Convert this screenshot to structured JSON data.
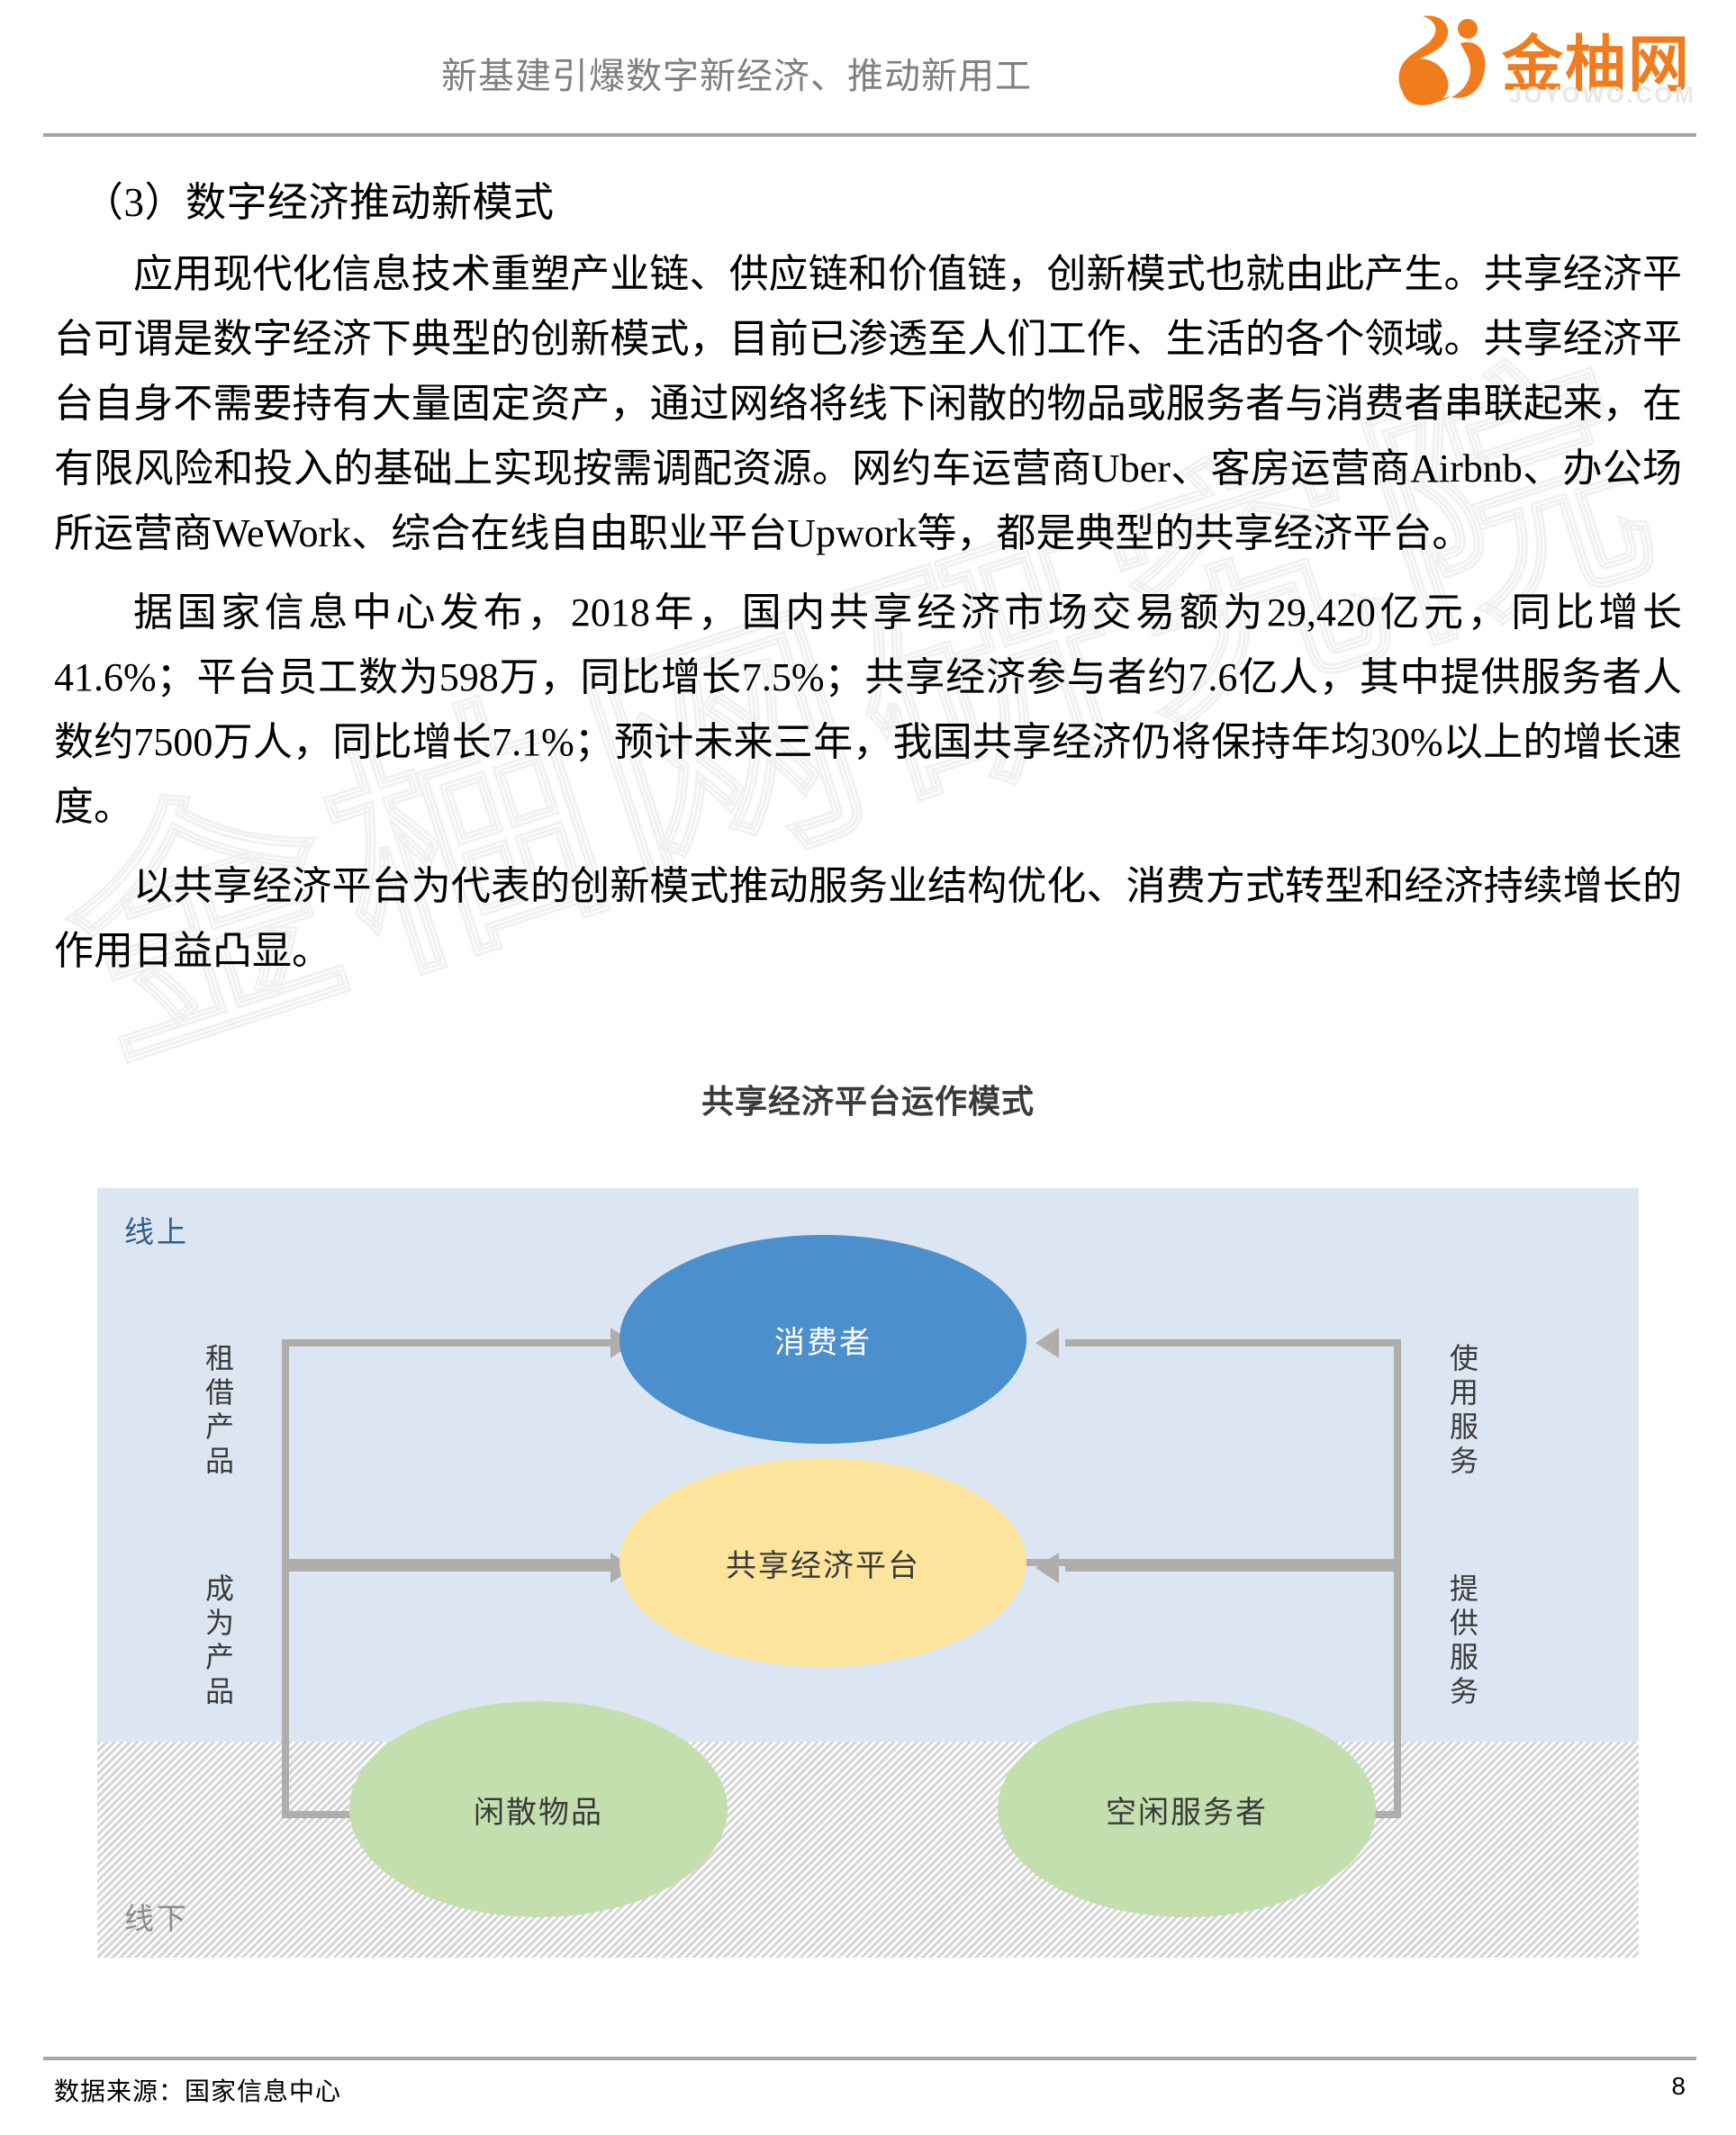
{
  "header": {
    "title": "新基建引爆数字新经济、推动新用工",
    "logo": {
      "name_cn": "金柚网",
      "domain": "JOYOWO.COM",
      "brand_color": "#F07C1E"
    }
  },
  "watermark": {
    "line1": "金柚网研究院"
  },
  "content": {
    "heading": "（3）数字经济推动新模式",
    "paragraphs": [
      "应用现代化信息技术重塑产业链、供应链和价值链，创新模式也就由此产生。共享经济平台可谓是数字经济下典型的创新模式，目前已渗透至人们工作、生活的各个领域。共享经济平台自身不需要持有大量固定资产，通过网络将线下闲散的物品或服务者与消费者串联起来，在有限风险和投入的基础上实现按需调配资源。网约车运营商Uber、客房运营商Airbnb、办公场所运营商WeWork、综合在线自由职业平台Upwork等，都是典型的共享经济平台。",
      "据国家信息中心发布，2018年，国内共享经济市场交易额为29,420亿元，同比增长41.6%；平台员工数为598万，同比增长7.5%；共享经济参与者约7.6亿人，其中提供服务者人数约7500万人，同比增长7.1%；预计未来三年，我国共享经济仍将保持年均30%以上的增长速度。",
      "以共享经济平台为代表的创新模式推动服务业结构优化、消费方式转型和经济持续增长的作用日益凸显。"
    ]
  },
  "chart_data": {
    "type": "diagram",
    "title": "共享经济平台运作模式",
    "zones": [
      {
        "id": "online",
        "label": "线上",
        "color": "#dce6f2"
      },
      {
        "id": "offline",
        "label": "线下",
        "color": "#f0f0f0"
      }
    ],
    "nodes": [
      {
        "id": "consumer",
        "label": "消费者",
        "color": "#4b8fcc",
        "text_color": "#ffffff",
        "zone": "online"
      },
      {
        "id": "platform",
        "label": "共享经济平台",
        "color": "#fce49c",
        "text_color": "#3a3a3a",
        "zone": "online"
      },
      {
        "id": "idle_goods",
        "label": "闲散物品",
        "color": "#c3dfae",
        "text_color": "#3a3a3a",
        "zone": "offline"
      },
      {
        "id": "idle_providers",
        "label": "空闲服务者",
        "color": "#c3dfae",
        "text_color": "#3a3a3a",
        "zone": "offline"
      }
    ],
    "edges": [
      {
        "id": "rent-product",
        "label": "租借产品",
        "from": "platform",
        "to": "consumer",
        "side": "left"
      },
      {
        "id": "use-service",
        "label": "使用服务",
        "from": "platform",
        "to": "consumer",
        "side": "right"
      },
      {
        "id": "become-product",
        "label": "成为产品",
        "from": "idle_goods",
        "to": "platform",
        "side": "left"
      },
      {
        "id": "provide-service",
        "label": "提供服务",
        "from": "idle_providers",
        "to": "platform",
        "side": "right"
      }
    ],
    "arrow_color": "#b0aeab"
  },
  "footer": {
    "source": "数据来源：国家信息中心",
    "page_number": "8"
  }
}
